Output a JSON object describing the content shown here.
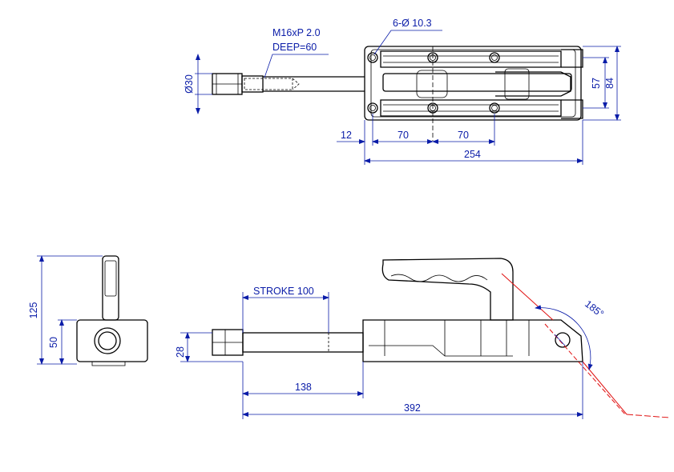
{
  "dimensions": {
    "thread": "M16xP 2.0",
    "deep": "DEEP=60",
    "holes": "6-Ø 10.3",
    "dia30": "Ø30",
    "h57": "57",
    "h84": "84",
    "d12": "12",
    "d70a": "70",
    "d70b": "70",
    "d254": "254",
    "stroke": "STROKE 100",
    "angle": "185°",
    "h125": "125",
    "h50": "50",
    "h28": "28",
    "d138": "138",
    "d392": "392"
  },
  "colors": {
    "outline": "#000000",
    "dimension": "#0a1ca8",
    "motion": "#e01010"
  }
}
